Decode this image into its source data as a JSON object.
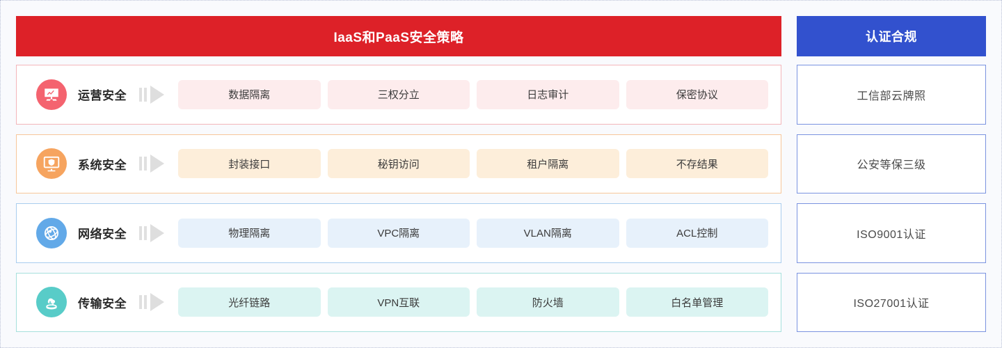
{
  "header": {
    "main_title": "IaaS和PaaS安全策略",
    "side_title": "认证合规",
    "main_bg": "#dd2128",
    "side_bg": "#3251ce"
  },
  "categories": [
    {
      "label": "运营安全",
      "icon": "chart-board-icon",
      "icon_bg": "#f4636f",
      "card_border": "#f3b5ba",
      "tag_bg": "#fdeced",
      "tags": [
        "数据隔离",
        "三权分立",
        "日志审计",
        "保密协议"
      ]
    },
    {
      "label": "系统安全",
      "icon": "monitor-shield-icon",
      "icon_bg": "#f6a45f",
      "card_border": "#f7c69a",
      "tag_bg": "#fdeeda",
      "tags": [
        "封装接口",
        "秘钥访问",
        "租户隔离",
        "不存结果"
      ]
    },
    {
      "label": "网络安全",
      "icon": "globe-network-icon",
      "icon_bg": "#62a9e8",
      "card_border": "#a9cdee",
      "tag_bg": "#e7f1fb",
      "tags": [
        "物理隔离",
        "VPC隔离",
        "VLAN隔离",
        "ACL控制"
      ]
    },
    {
      "label": "传输安全",
      "icon": "cloud-transfer-icon",
      "icon_bg": "#58ccc8",
      "card_border": "#a6e0dd",
      "tag_bg": "#dbf4f2",
      "tags": [
        "光纤链路",
        "VPN互联",
        "防火墙",
        "白名单管理"
      ]
    }
  ],
  "compliance": [
    {
      "label": "工信部云牌照"
    },
    {
      "label": "公安等保三级"
    },
    {
      "label": "ISO9001认证"
    },
    {
      "label": "ISO27001认证"
    }
  ]
}
